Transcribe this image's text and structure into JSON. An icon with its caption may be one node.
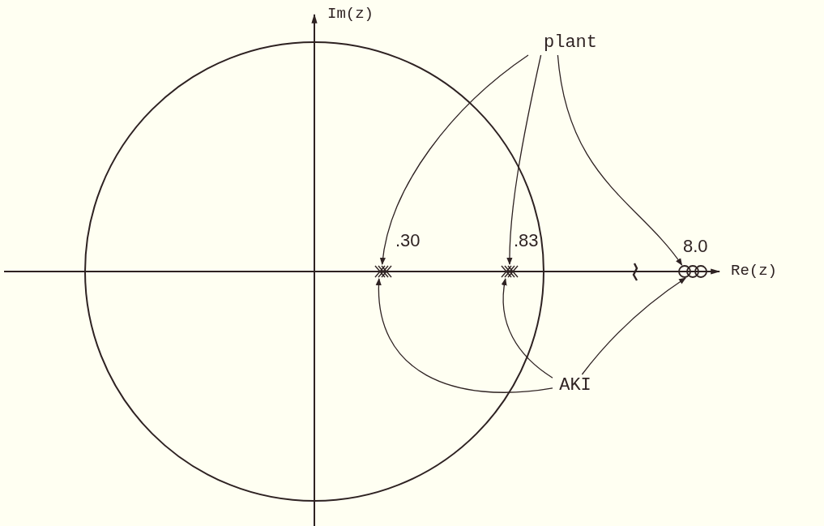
{
  "diagram": {
    "nodes": [
      {
        "text": [
          "plant"
        ]
      },
      {
        "text": [
          "AKI"
        ]
      },
      {
        "text": [],
        "shape": "cross",
        "beside": [
          ".30"
        ]
      },
      {
        "text": [],
        "shape": "cross",
        "beside": [
          ".83"
        ]
      },
      {
        "text": [],
        "shape": "circle",
        "beside": [
          "8.0"
        ]
      }
    ],
    "edges": [
      {
        "from": 0,
        "to": 2,
        "arrow": "to"
      },
      {
        "from": 0,
        "to": 3,
        "arrow": "to"
      },
      {
        "from": 0,
        "to": 4,
        "arrow": "to"
      },
      {
        "from": 1,
        "to": 2,
        "arrow": "to"
      },
      {
        "from": 1,
        "to": 3,
        "arrow": "to"
      },
      {
        "from": 1,
        "to": 4,
        "arrow": "to"
      }
    ],
    "labels": [
      "Im(z)",
      "Re(z)"
    ]
  }
}
